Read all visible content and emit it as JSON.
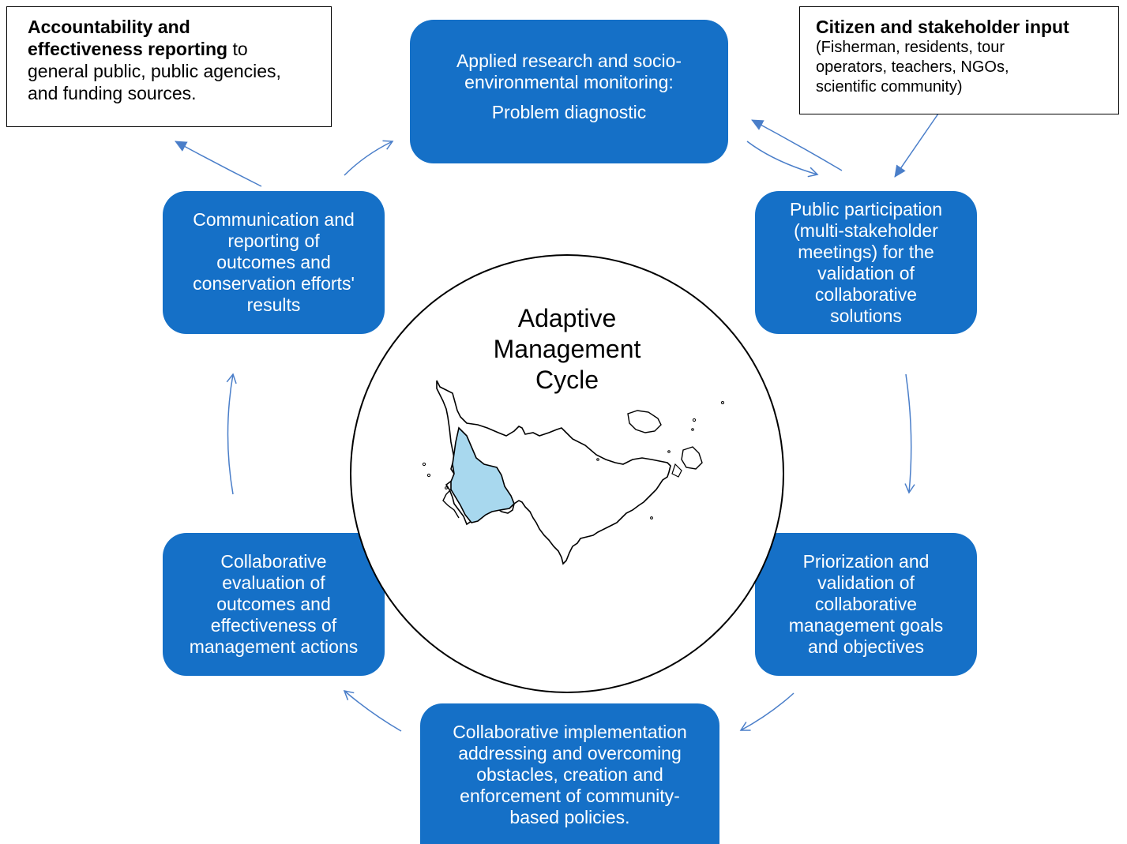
{
  "center": {
    "title_lines": [
      "Adaptive",
      "Management",
      "Cycle"
    ]
  },
  "boxes": {
    "research": {
      "lines": [
        "Applied research and socio-",
        "environmental monitoring:",
        "Problem diagnostic"
      ]
    },
    "participation": {
      "lines": [
        "Public participation",
        "(multi-stakeholder",
        "meetings) for the",
        "validation of",
        "collaborative",
        "solutions"
      ]
    },
    "priorization": {
      "lines": [
        "Priorization and",
        "validation of",
        "collaborative",
        "management goals",
        "and objectives"
      ]
    },
    "implementation": {
      "lines": [
        "Collaborative implementation",
        "addressing and overcoming",
        "obstacles, creation and",
        "enforcement of community-",
        "based policies."
      ]
    },
    "evaluation": {
      "lines": [
        "Collaborative",
        "evaluation of",
        "outcomes and",
        "effectiveness of",
        "management actions"
      ]
    },
    "communication": {
      "lines": [
        "Communication and",
        "reporting of",
        "outcomes and",
        "conservation efforts'",
        "results"
      ]
    }
  },
  "notes": {
    "accountability": {
      "bold1": "Accountability and",
      "bold2": "effectiveness reporting",
      "rest1": " to",
      "line3": "general public, public agencies,",
      "line4": "and funding sources."
    },
    "citizen": {
      "bold": "Citizen and stakeholder input",
      "line2": "(Fisherman, residents, tour",
      "line3": "operators, teachers, NGOs,",
      "line4": "scientific community)"
    }
  },
  "colors": {
    "box_fill": "#1570c7",
    "arrow": "#4a7ec9",
    "map_highlight": "#a8d8ee"
  }
}
